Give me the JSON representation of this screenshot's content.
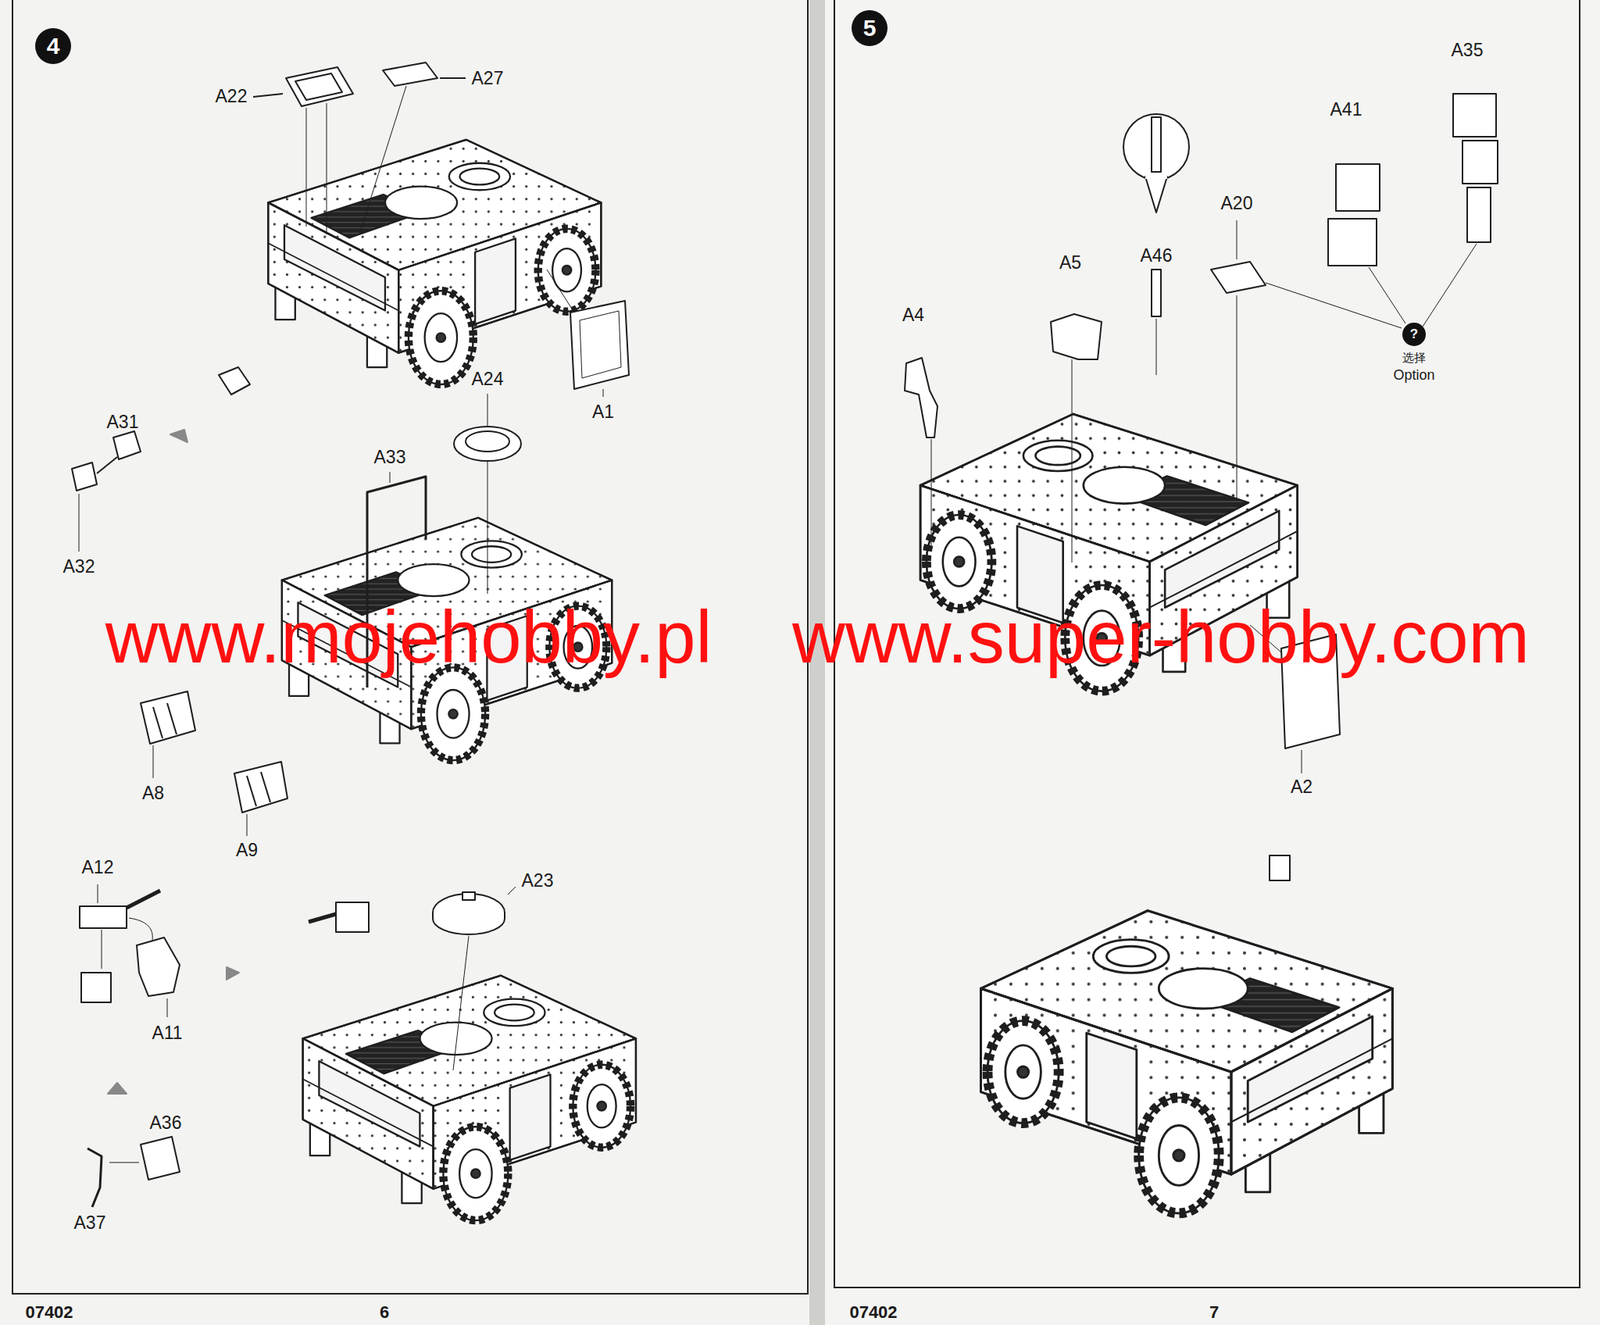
{
  "diagram": {
    "nodes": [
      {
        "text": [
          "4"
        ]
      },
      {
        "text": [
          "5"
        ]
      },
      {
        "text": [
          "?"
        ]
      }
    ],
    "labels": [
      "A22",
      "A27",
      "A1",
      "A31",
      "A32",
      "A24",
      "A33",
      "A8",
      "A9",
      "A12",
      "A23",
      "A11",
      "A36",
      "A37",
      "www.mojehobby.pl",
      "www.super-hobby.com",
      "07402",
      "6",
      "A35",
      "A41",
      "A20",
      "A5",
      "A46",
      "A4",
      "选择",
      "Option",
      "A2",
      "07402",
      "7"
    ]
  }
}
